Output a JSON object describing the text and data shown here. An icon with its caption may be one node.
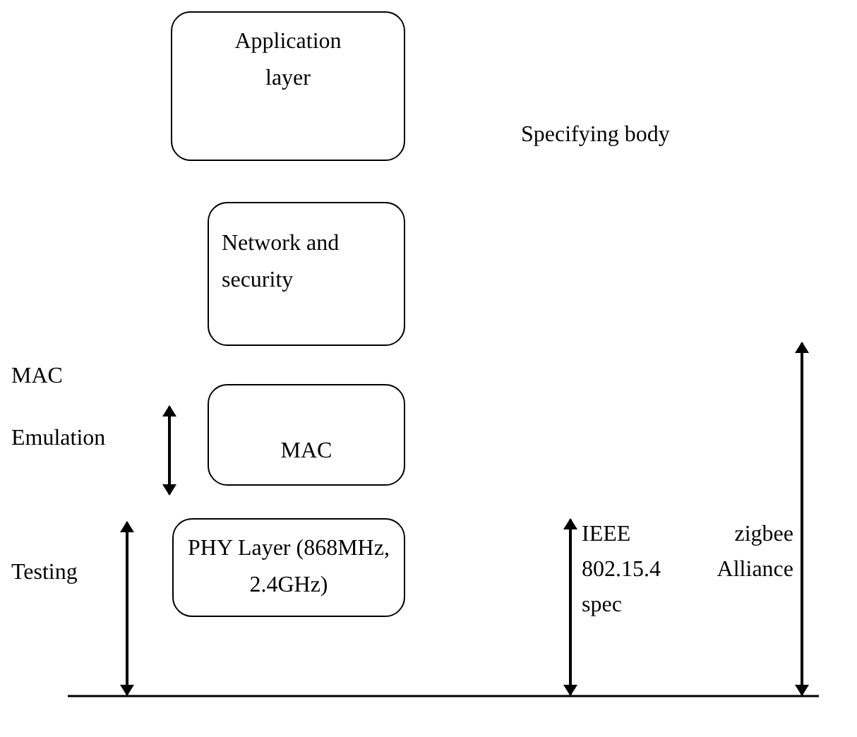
{
  "diagram": {
    "nodes": [
      {
        "text": [
          "Application layer"
        ]
      },
      {
        "text": [
          "Network and security"
        ]
      },
      {
        "text": [
          "MAC"
        ]
      },
      {
        "text": [
          "PHY Layer (868MHz, 2.4GHz)"
        ]
      }
    ],
    "labels": [
      "Specifying body",
      "MAC Emulation",
      "Testing",
      "IEEE 802.15.4 spec",
      "zigbee Alliance"
    ]
  }
}
